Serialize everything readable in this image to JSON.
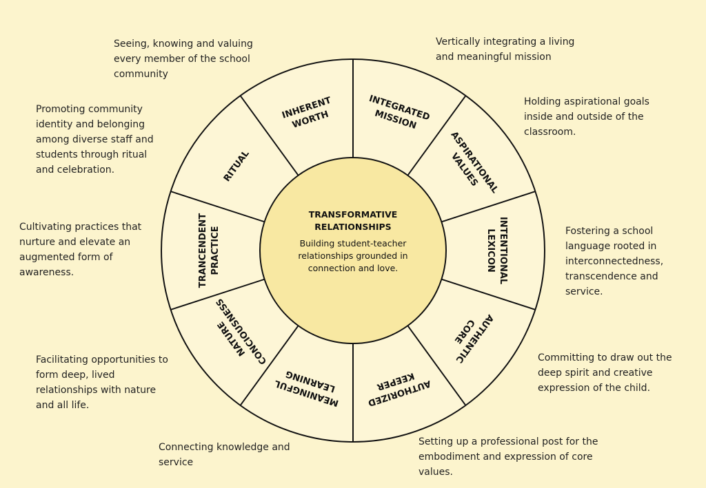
{
  "diagram": {
    "center": {
      "title_lines": [
        "TRANSFORMATIVE",
        "RELATIONSHIPS"
      ],
      "body_lines": [
        "Building student-teacher",
        "relationships grounded in",
        "connection and love."
      ]
    },
    "segments": [
      {
        "id": "integrated-mission",
        "label_lines": [
          "INTEGRATED",
          "MISSION"
        ],
        "description": "Vertically integrating a living\nand meaningful mission"
      },
      {
        "id": "aspirational-values",
        "label_lines": [
          "ASPIRATIONAL",
          "VALUES"
        ],
        "description": "Holding aspirational goals\ninside and outside of the\nclassroom."
      },
      {
        "id": "intentional-lexicon",
        "label_lines": [
          "INTENTIONAL",
          "LEXICON"
        ],
        "description": "Fostering a school\nlanguage rooted in\ninterconnectedness,\ntranscendence and\nservice."
      },
      {
        "id": "authentic-core",
        "label_lines": [
          "AUTHENTIC",
          "CORE"
        ],
        "description": "Committing to draw out the\ndeep spirit and creative\nexpression of the child."
      },
      {
        "id": "authorized-keeper",
        "label_lines": [
          "AUTHORIZED",
          "KEEPER"
        ],
        "description": "Setting up a professional post for the\nembodiment and expression of core\nvalues."
      },
      {
        "id": "meaningful-learning",
        "label_lines": [
          "MEANINGFUL",
          "LEARNING"
        ],
        "description": "Connecting knowledge and\nservice"
      },
      {
        "id": "nature-conciousness",
        "label_lines": [
          "NATURE",
          "CONCIOUSNESS"
        ],
        "description": "Facilitating opportunities to\nform deep, lived\nrelationships with nature\nand all life."
      },
      {
        "id": "trancendent-practice",
        "label_lines": [
          "TRANCENDENT",
          "PRACTICE"
        ],
        "description": "Cultivating practices that\nnurture and elevate an\naugmented form of\nawareness."
      },
      {
        "id": "ritual",
        "label_lines": [
          "RITUAL"
        ],
        "description": "Promoting community\nidentity and belonging\namong diverse staff and\nstudents through ritual\nand celebration."
      },
      {
        "id": "inherent-worth",
        "label_lines": [
          "INHERENT",
          "WORTH"
        ],
        "description": "Seeing, knowing and valuing\nevery member of the school\ncommunity"
      }
    ]
  }
}
